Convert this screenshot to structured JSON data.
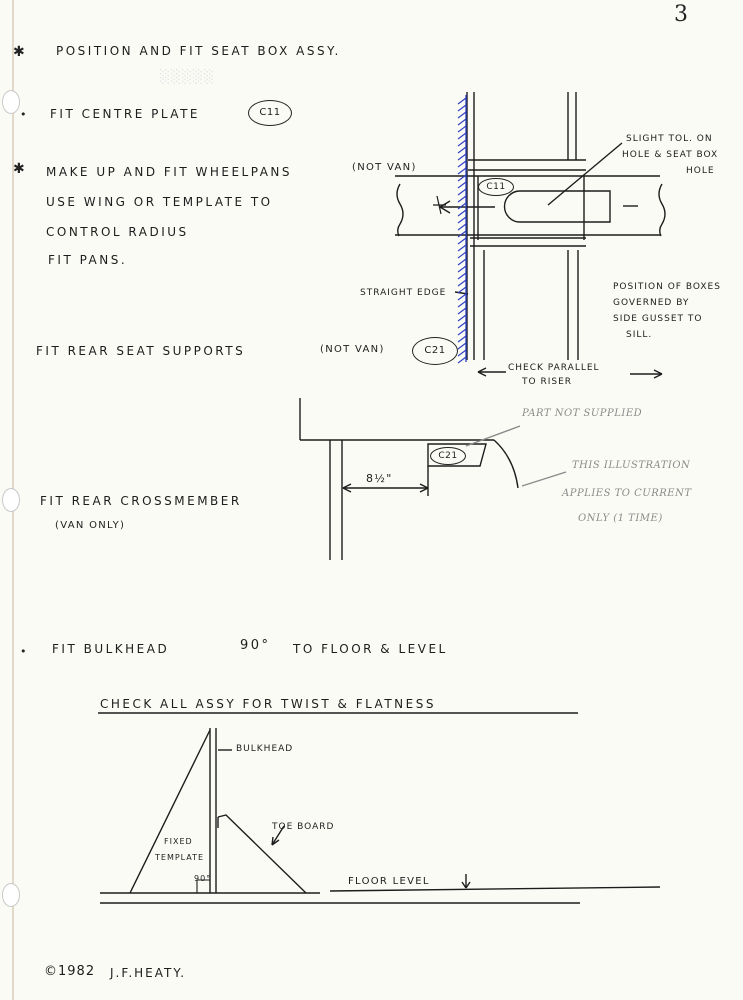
{
  "page_number": "3",
  "instructions": {
    "step1": "POSITION AND FIT SEAT BOX ASSY.",
    "step2": "FIT CENTRE PLATE",
    "step2_ref": "C11",
    "step3_a": "MAKE UP AND FIT WHEELPANS",
    "step3_note": "(NOT VAN)",
    "step3_b": "USE WING OR TEMPLATE TO",
    "step3_c": "CONTROL RADIUS",
    "step3_d": "FIT PANS.",
    "step4": "FIT REAR SEAT SUPPORTS",
    "step4_note": "(NOT VAN)",
    "step4_ref": "C21",
    "step5": "FIT REAR CROSSMEMBER",
    "step5_note": "(VAN ONLY)",
    "step6": "FIT BULKHEAD",
    "step6_angle": "90°",
    "step6_rest": "TO FLOOR & LEVEL",
    "check_heading": "CHECK ALL ASSY FOR TWIST & FLATNESS"
  },
  "diagram_top": {
    "ref_label": "C11",
    "slight_tol_1": "SLIGHT TOL. ON",
    "slight_tol_2": "HOLE & SEAT BOX",
    "slight_tol_3": "HOLE",
    "straight_edge": "STRAIGHT EDGE",
    "pos_1": "POSITION OF BOXES",
    "pos_2": "GOVERNED BY",
    "pos_3": "SIDE GUSSET TO",
    "pos_4": "SILL.",
    "check_1": "CHECK PARALLEL",
    "check_2": "TO RISER"
  },
  "diagram_mid": {
    "ref_label": "C21",
    "dimension": "8½\"",
    "pencil_1": "PART NOT SUPPLIED",
    "pencil_2": "THIS ILLUSTRATION",
    "pencil_3": "APPLIES TO CURRENT",
    "pencil_4": "ONLY (1 TIME)"
  },
  "diagram_bottom": {
    "bulkhead": "BULKHEAD",
    "toe_board": "TOE BOARD",
    "fixed_template_1": "FIXED",
    "fixed_template_2": "TEMPLATE",
    "angle": "90°",
    "floor_level": "FLOOR LEVEL"
  },
  "signature": {
    "copyright": "©1982",
    "author": "J.F.HEATY."
  },
  "colors": {
    "paper": "#fbfbf6",
    "ink": "#1d1d1d",
    "blue_hatch": "#2d3fc4",
    "pencil": "#8a8a8a"
  }
}
